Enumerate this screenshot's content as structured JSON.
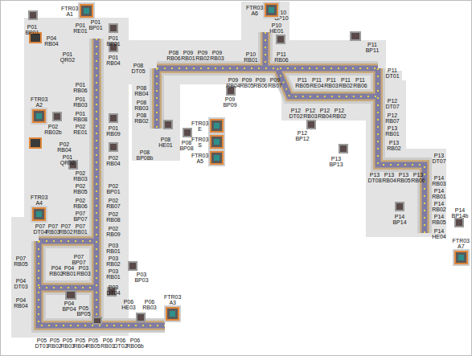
{
  "diagram": {
    "nodes": [
      {
        "text": [
          "FTR03 A1"
        ]
      },
      {
        "text": [
          "FTR03 A2"
        ]
      },
      {
        "text": [
          "FTR03 A4"
        ]
      },
      {
        "text": [
          "FTR03 A3"
        ]
      },
      {
        "text": [
          "FTR03 E"
        ]
      },
      {
        "text": [
          "FTR03 S"
        ]
      },
      {
        "text": [
          "FTR03 A5"
        ]
      },
      {
        "text": [
          "FTR03 A6"
        ]
      },
      {
        "text": [
          "FTR03 A7"
        ]
      }
    ],
    "labels": [
      "P01 BP01",
      "P01 RE01",
      "P01 BP01",
      "P04 RB04",
      "P01 BP01",
      "P01 QR02",
      "P01 RB04",
      "P01 RB06",
      "P01 RB03",
      "P01 RB08",
      "P02 RB02b",
      "P02 RE01",
      "P01 RB09",
      "P02 RB04",
      "P01 QR02",
      "P02 RB04",
      "P02 RB03",
      "P02 RB05",
      "P02 BP01",
      "P02 RB06",
      "P02 RB07",
      "P02 RB08",
      "P02 RB09",
      "P07 BP07",
      "P07 DT04",
      "P07 RB03",
      "P07 RB02",
      "P07 RB01",
      "P07 RB05",
      "P07 BP07",
      "P04 RB02",
      "P04 RB01",
      "P03 RB03",
      "P03 RB01",
      "P03 RB02",
      "P03 BP03",
      "P03 RB01",
      "P03 DT04",
      "P04 DT03",
      "P04 RB04",
      "P04 BP04",
      "P05 BP05",
      "P06 HE03",
      "P06 RB03",
      "P05 DT01",
      "P05 RB02",
      "P05 RB03",
      "P05 RB04",
      "P05 RB05",
      "P06 RB01",
      "P06 DT02",
      "P06 RB06b",
      "P08 DT05",
      "P08 RB06",
      "P09 RB01",
      "P09 RB02",
      "P09 RB03",
      "P08 RB04",
      "P08 RB03",
      "P08 RB02",
      "P09 BP09",
      "P08 HE01",
      "P08 BP08",
      "P08 BP08b",
      "P10 RB01",
      "P11 RB06",
      "P09 RB04",
      "P09 RB05",
      "P09 RB06",
      "P09 RB07",
      "P11 BP11",
      "P11 DT01",
      "P11 RB05",
      "P11 RE04",
      "P11 RB03",
      "P11 RB02",
      "P11 RB06",
      "P12 DT02",
      "P12 RB03",
      "P12 RB04",
      "P12 RB02",
      "P12 DT07",
      "P12 RB07",
      "P12 BP12",
      "P13 RB01",
      "P13 RB02",
      "P13 BP13",
      "P13 DT07",
      "P13 DT08",
      "P13 RB04",
      "P13 RB05",
      "P13 RB06",
      "P14 RB03",
      "P14 RB01",
      "P14 RB02",
      "P14 RB05",
      "P14 BP14",
      "P14 HE04",
      "P14 BP14b",
      "P10 BP10",
      "P10 HE01"
    ]
  }
}
